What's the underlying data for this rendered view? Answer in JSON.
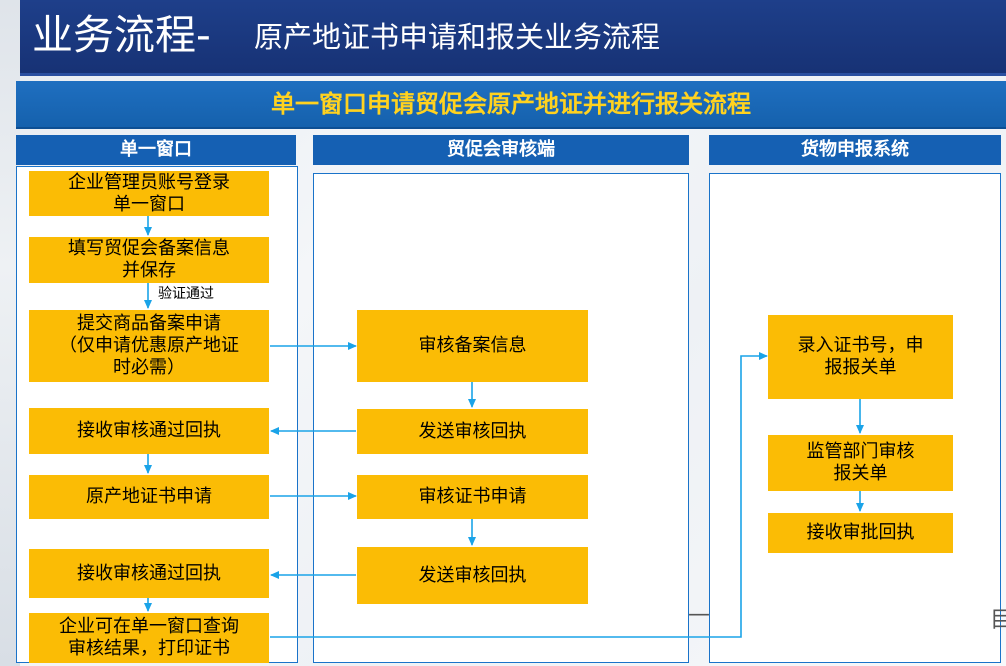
{
  "header": {
    "title_main": "业务流程",
    "title_dash": "-",
    "title_sub": "原产地证书申请和报关业务流程"
  },
  "banner": {
    "text": "单一窗口申请贸促会原产地证并进行报关流程"
  },
  "columns": [
    {
      "id": "single_window",
      "label": "单一窗口"
    },
    {
      "id": "ccpit",
      "label": "贸促会审核端"
    },
    {
      "id": "customs",
      "label": "货物申报系统"
    }
  ],
  "nodes": {
    "login": "企业管理员账号登录\n单一窗口",
    "fill_info": "填写贸促会备案信息\n并保存",
    "submit_goods": "提交商品备案申请\n（仅申请优惠原产地证\n时必需）",
    "receive_pass_1": "接收审核通过回执",
    "cert_apply": "原产地证书申请",
    "receive_pass_2": "接收审核通过回执",
    "query_print": "企业可在单一窗口查询\n审核结果，打印证书",
    "review_filing": "审核备案信息",
    "send_receipt_1": "发送审核回执",
    "review_cert": "审核证书申请",
    "send_receipt_2": "发送审核回执",
    "enter_cert_no": "录入证书号，申\n报报关单",
    "supervise_review": "监管部门审核\n报关单",
    "receive_approval": "接收审批回执"
  },
  "edge_labels": {
    "verify_pass": "验证通过"
  },
  "fragments": {
    "bottom_dash": "—",
    "right_glyph": "目"
  },
  "colors": {
    "node_fill": "#fbbc05",
    "lane_border": "#1a73c9",
    "header_fill": "#1560b3",
    "banner_text": "#ffd21f",
    "arrow": "#1aa3e8"
  }
}
